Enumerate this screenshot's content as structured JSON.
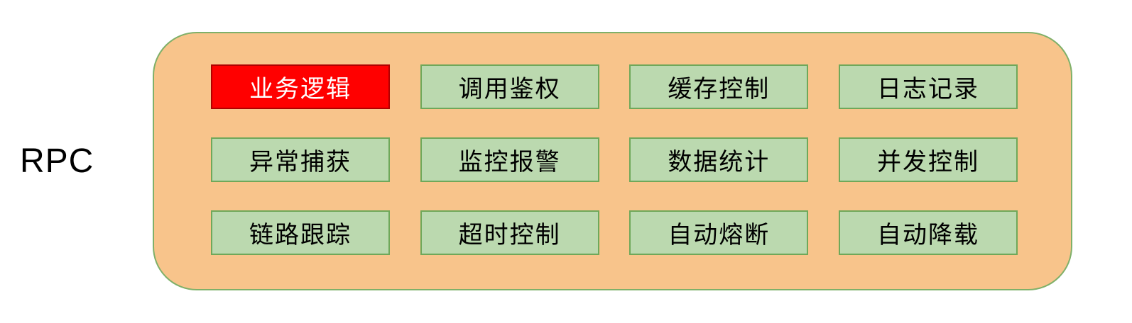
{
  "diagram": {
    "label": "RPC",
    "rows": [
      [
        "业务逻辑",
        "调用鉴权",
        "缓存控制",
        "日志记录"
      ],
      [
        "异常捕获",
        "监控报警",
        "数据统计",
        "并发控制"
      ],
      [
        "链路跟踪",
        "超时控制",
        "自动熔断",
        "自动降载"
      ]
    ]
  },
  "colors": {
    "container_fill": "#F8C48B",
    "container_border": "#7FB069",
    "box_fill": "#BBD9AF",
    "box_border": "#6FA85A",
    "highlight_fill": "#FF0000",
    "highlight_border": "#B00000",
    "text": "#000000",
    "highlight_text": "#FFFFFF"
  }
}
